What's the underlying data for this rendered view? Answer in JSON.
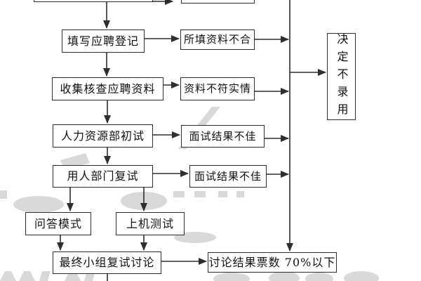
{
  "diagram": {
    "type": "flowchart",
    "language": "zh-CN",
    "nodes": {
      "fill_registration": {
        "label": "填写应聘登记"
      },
      "info_not_conform": {
        "label": "所填资料不合"
      },
      "collect_verify": {
        "label": "收集核查应聘资料"
      },
      "info_untrue": {
        "label": "资料不符实情"
      },
      "hr_first_interview": {
        "label": "人力资源部初试"
      },
      "interview_bad_1": {
        "label": "面试结果不佳"
      },
      "dept_second_interview": {
        "label": "用人部门复试"
      },
      "interview_bad_2": {
        "label": "面试结果不佳"
      },
      "qa_mode": {
        "label": "问答模式"
      },
      "computer_test": {
        "label": "上机测试"
      },
      "final_group_discussion": {
        "label": "最终小组复试讨论"
      },
      "vote_below_70": {
        "label": "讨论结果票数 70%以下"
      },
      "decide_no_hire": {
        "label": "决定不录用"
      }
    },
    "colors": {
      "line": "#2e2e2e",
      "text": "#111111",
      "box_background": "#ffffff",
      "background": "#ffffff",
      "watermark": "#d9d9d9"
    }
  }
}
